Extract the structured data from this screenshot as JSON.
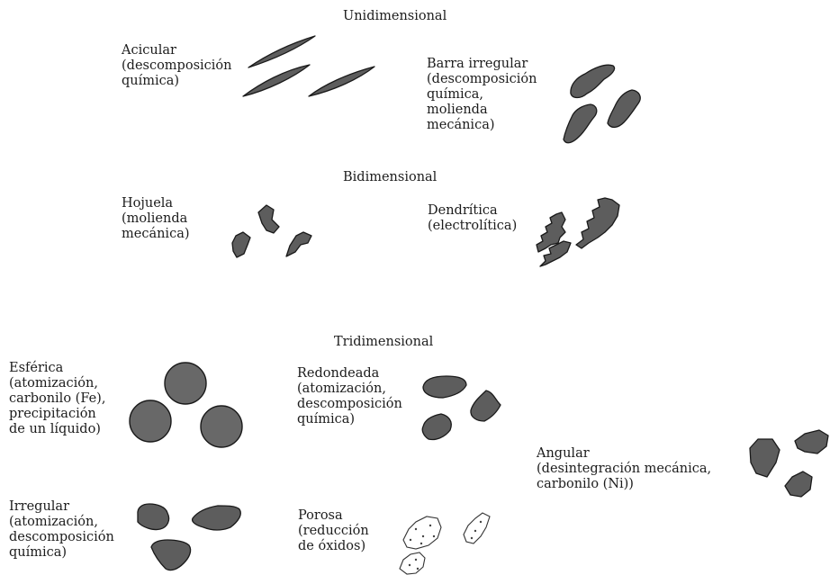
{
  "sections": {
    "uni": "Unidimensional",
    "bi": "Bidimensional",
    "tri": "Tridimensional"
  },
  "labels": {
    "acicular": [
      "Acicular",
      "(descomposición",
      "química)"
    ],
    "barra": [
      "Barra irregular",
      "(descomposición",
      "química,",
      "molienda",
      "mecánica)"
    ],
    "hojuela": [
      "Hojuela",
      "(molienda",
      "mecánica)"
    ],
    "dendritica": [
      "Dendrítica",
      "(electrolítica)"
    ],
    "esferica": [
      "Esférica",
      "(atomización,",
      "carbonilo (Fe),",
      "precipitación",
      "de un líquido)"
    ],
    "redondeada": [
      "Redondeada",
      "(atomización,",
      "descomposición",
      "química)"
    ],
    "angular": [
      "Angular",
      "(desintegración mecánica,",
      "carbonilo (Ni))"
    ],
    "irregular": [
      "Irregular",
      "(atomización,",
      "descomposición",
      "química)"
    ],
    "porosa": [
      "Porosa",
      "(reducción",
      "de óxidos)"
    ]
  }
}
